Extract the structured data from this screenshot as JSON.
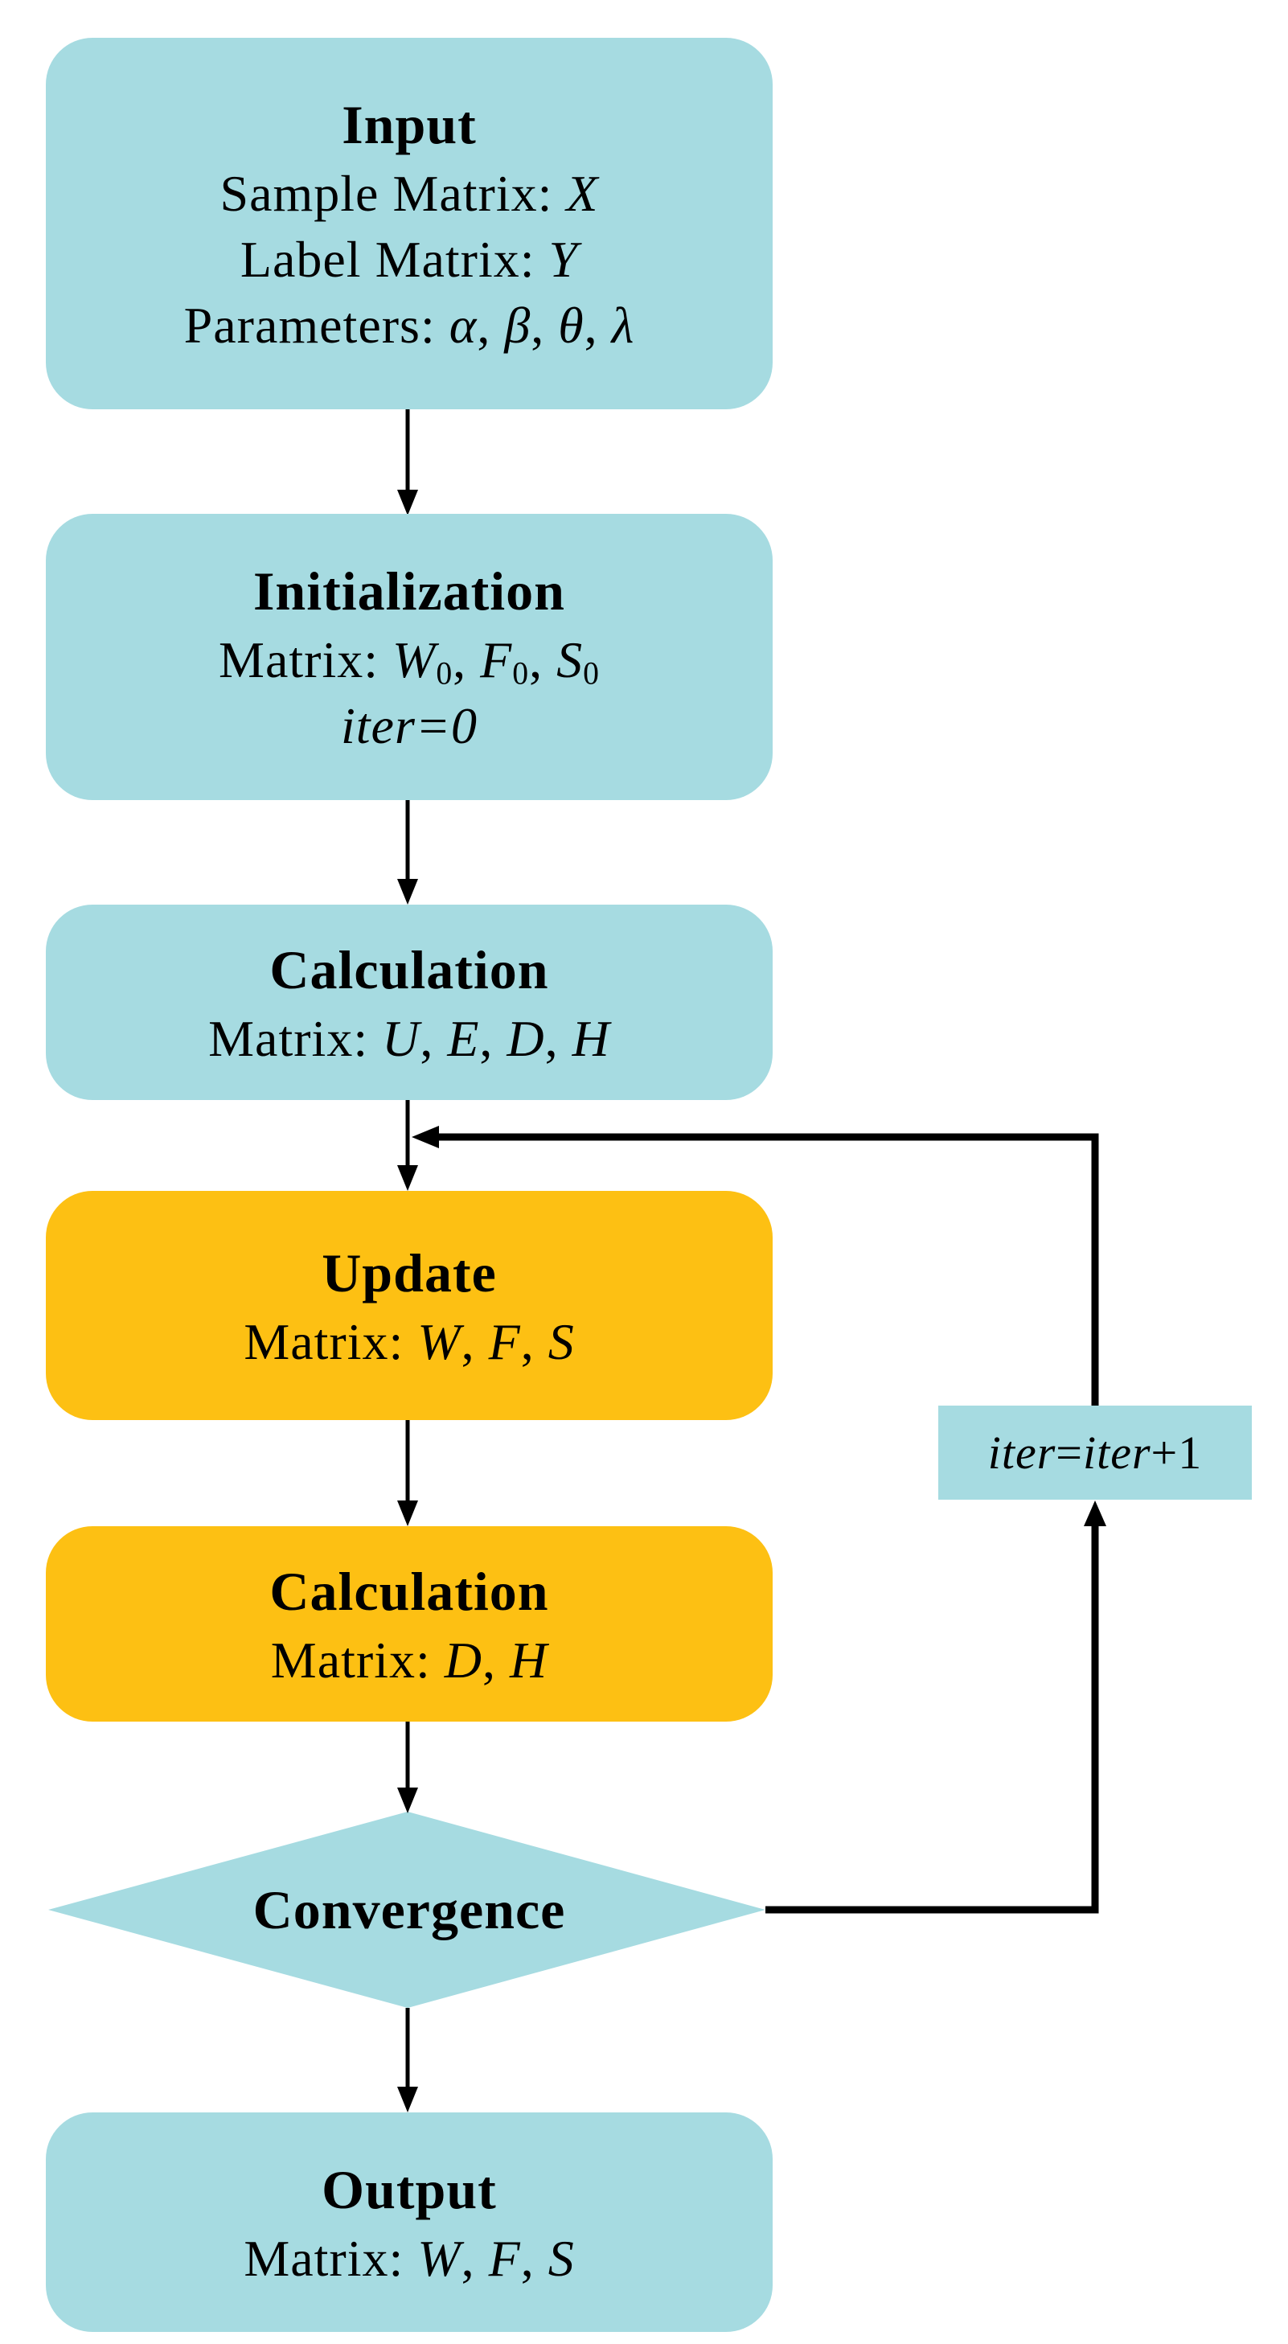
{
  "colors": {
    "node_cyan": "#A6DBE1",
    "node_orange": "#FDC013",
    "line_color": "#000000",
    "bg": "#FFFFFF"
  },
  "nodes": {
    "input": {
      "title": "Input",
      "lines": [
        [
          {
            "t": "Sample Matrix: "
          },
          {
            "t": "X",
            "i": true
          }
        ],
        [
          {
            "t": "Label Matrix: "
          },
          {
            "t": "Y",
            "i": true
          }
        ],
        [
          {
            "t": "Parameters: "
          },
          {
            "t": "α",
            "i": true
          },
          {
            "t": ", "
          },
          {
            "t": "β",
            "i": true
          },
          {
            "t": ", "
          },
          {
            "t": "θ",
            "i": true
          },
          {
            "t": ", "
          },
          {
            "t": "λ",
            "i": true
          }
        ]
      ]
    },
    "initialization": {
      "title": "Initialization",
      "lines": [
        [
          {
            "t": "Matrix: "
          },
          {
            "t": "W",
            "i": true
          },
          {
            "t": "0",
            "sub": true
          },
          {
            "t": ", "
          },
          {
            "t": "F",
            "i": true
          },
          {
            "t": "0",
            "sub": true
          },
          {
            "t": ", "
          },
          {
            "t": "S",
            "i": true
          },
          {
            "t": "0",
            "sub": true
          }
        ],
        [
          {
            "t": "iter=0",
            "i": true
          }
        ]
      ]
    },
    "calculation1": {
      "title": "Calculation",
      "lines": [
        [
          {
            "t": "Matrix: "
          },
          {
            "t": "U",
            "i": true
          },
          {
            "t": ", "
          },
          {
            "t": "E",
            "i": true
          },
          {
            "t": ", "
          },
          {
            "t": "D",
            "i": true
          },
          {
            "t": ", "
          },
          {
            "t": "H",
            "i": true
          }
        ]
      ]
    },
    "update": {
      "title": "Update",
      "lines": [
        [
          {
            "t": "Matrix: "
          },
          {
            "t": "W",
            "i": true
          },
          {
            "t": ", "
          },
          {
            "t": "F",
            "i": true
          },
          {
            "t": ", "
          },
          {
            "t": "S",
            "i": true
          }
        ]
      ]
    },
    "calculation2": {
      "title": "Calculation",
      "lines": [
        [
          {
            "t": "Matrix: "
          },
          {
            "t": "D",
            "i": true
          },
          {
            "t": ", "
          },
          {
            "t": "H",
            "i": true
          }
        ]
      ]
    },
    "convergence": {
      "title": "Convergence"
    },
    "output": {
      "title": "Output",
      "lines": [
        [
          {
            "t": "Matrix: "
          },
          {
            "t": "W",
            "i": true
          },
          {
            "t": ", "
          },
          {
            "t": "F",
            "i": true
          },
          {
            "t": ", "
          },
          {
            "t": "S",
            "i": true
          }
        ]
      ]
    },
    "iter_increment": {
      "lines": [
        [
          {
            "t": "iter",
            "i": true
          },
          {
            "t": "="
          },
          {
            "t": "iter",
            "i": true
          },
          {
            "t": "+1"
          }
        ]
      ]
    }
  }
}
